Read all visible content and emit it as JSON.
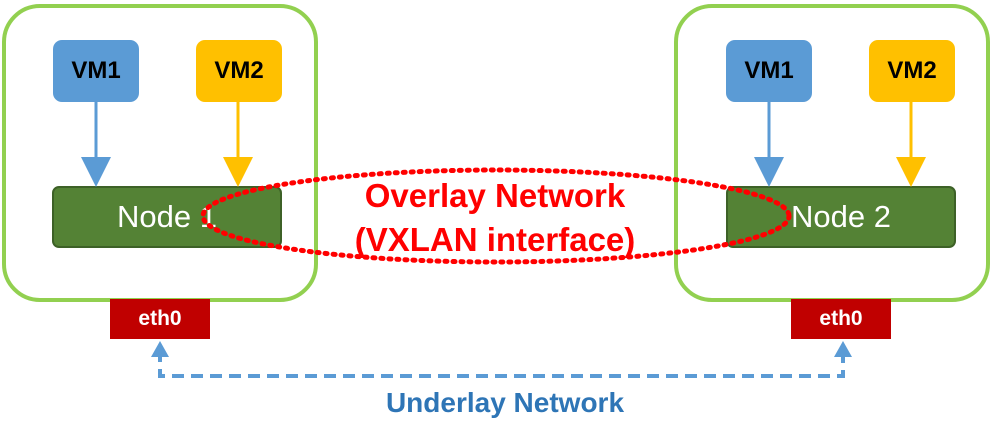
{
  "hosts": [
    {
      "vm1": "VM1",
      "vm2": "VM2",
      "node": "Node 1",
      "nic": "eth0"
    },
    {
      "vm1": "VM1",
      "vm2": "VM2",
      "node": "Node 2",
      "nic": "eth0"
    }
  ],
  "overlay": {
    "line1": "Overlay Network",
    "line2": "(VXLAN interface)"
  },
  "underlay": {
    "label": "Underlay Network"
  },
  "colors": {
    "host_border": "#92d050",
    "vm1": "#5b9bd5",
    "vm2": "#ffc000",
    "node": "#548235",
    "nic": "#c00000",
    "overlay": "#ff0000",
    "underlay": "#5b9bd5",
    "underlay_text": "#2e75b6"
  }
}
